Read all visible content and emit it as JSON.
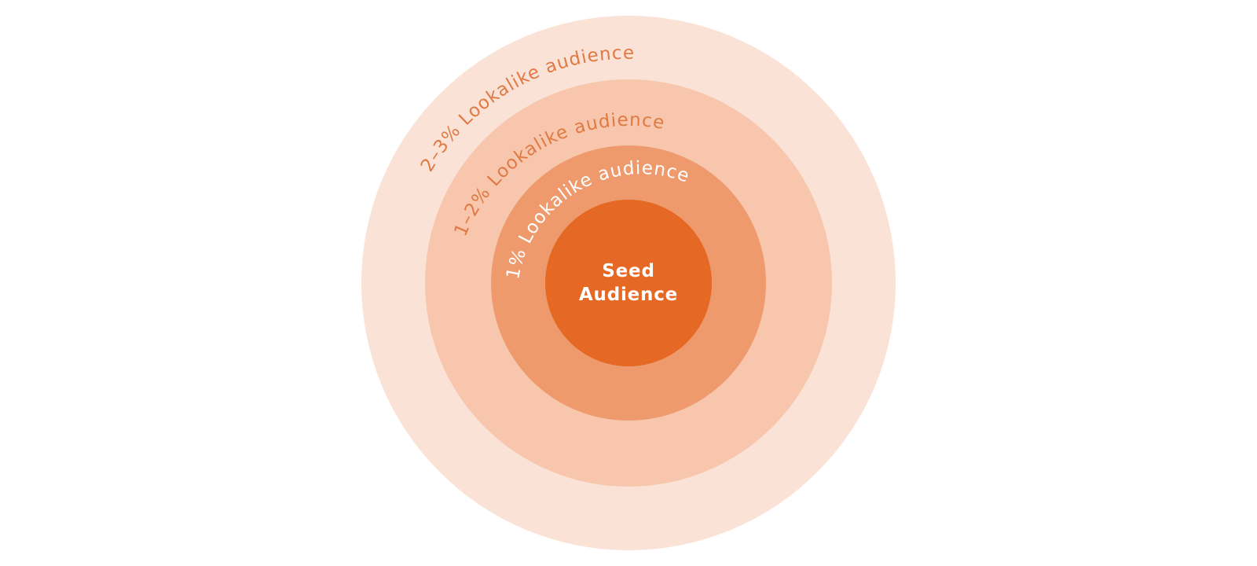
{
  "diagram": {
    "center_label_line1": "Seed",
    "center_label_line2": "Audience",
    "rings": [
      {
        "label": "1% Lookalike audience",
        "color": "#EE9A6D",
        "label_color": "#FFFFFF"
      },
      {
        "label": "1–2% Lookalike audience",
        "color": "#F7C6AC",
        "label_color": "#E07A45"
      },
      {
        "label": "2–3% Lookalike audience",
        "color": "#FBE2D6",
        "label_color": "#E07A45"
      }
    ],
    "center_color": "#E56824",
    "center_label_color": "#FFFFFF"
  }
}
